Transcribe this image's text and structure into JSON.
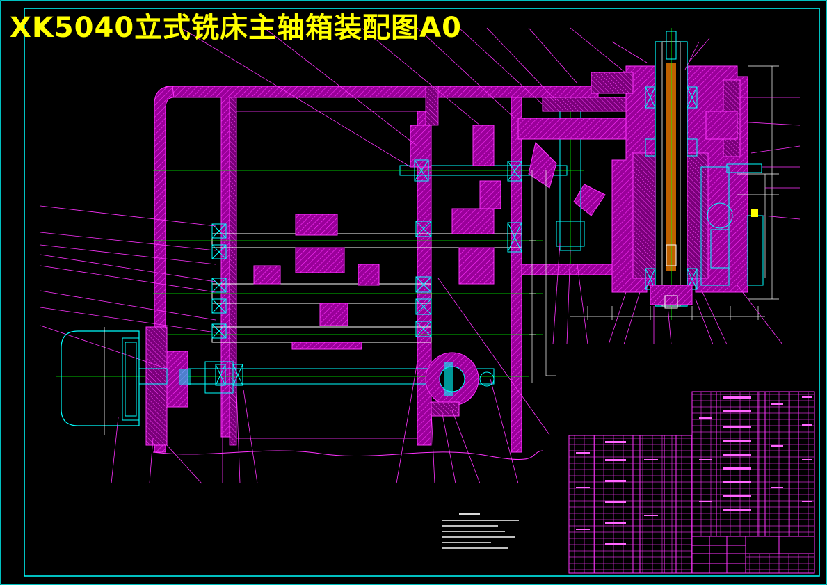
{
  "drawing": {
    "title": "XK5040立式铣床主轴箱装配图A0"
  },
  "colors": {
    "background": "#000000",
    "frame": "#00ffff",
    "outline": "#ff00ff",
    "section": "#b000b0",
    "centerline": "#00ff00",
    "dimension": "#ffffff",
    "title_text": "#ffff00",
    "highlight": "#00ffff"
  },
  "views": [
    {
      "name": "main-section-view"
    },
    {
      "name": "spindle-section-view"
    },
    {
      "name": "motor-view"
    }
  ],
  "tables": [
    {
      "name": "parts-list-left"
    },
    {
      "name": "parts-list-right"
    },
    {
      "name": "title-block"
    },
    {
      "name": "technical-requirements"
    }
  ]
}
